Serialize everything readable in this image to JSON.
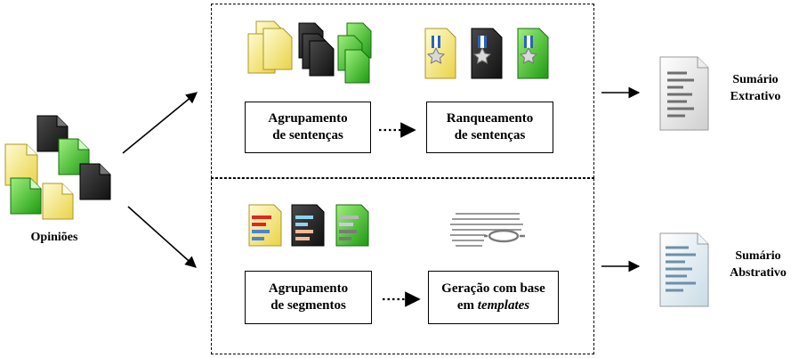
{
  "input": {
    "label": "Opiniões"
  },
  "extractive": {
    "step1": {
      "line1": "Agrupamento",
      "line2": "de sentenças"
    },
    "step2": {
      "line1": "Ranqueamento",
      "line2": "de sentenças"
    },
    "output": {
      "line1": "Sumário",
      "line2": "Extrativo"
    }
  },
  "abstractive": {
    "step1": {
      "line1": "Agrupamento",
      "line2": "de segmentos"
    },
    "step2": {
      "line1": "Geração com base",
      "line2_prefix": "em ",
      "line2_em": "templates"
    },
    "output": {
      "line1": "Sumário",
      "line2": "Abstrativo"
    }
  },
  "colors": {
    "yellow": "#f6e97a",
    "green": "#4fc62e",
    "black": "#1e1e1e",
    "blue_doc": "#a9cde0"
  },
  "icons": [
    "document-icon",
    "medal-icon",
    "template-icon",
    "summary-document-icon"
  ]
}
